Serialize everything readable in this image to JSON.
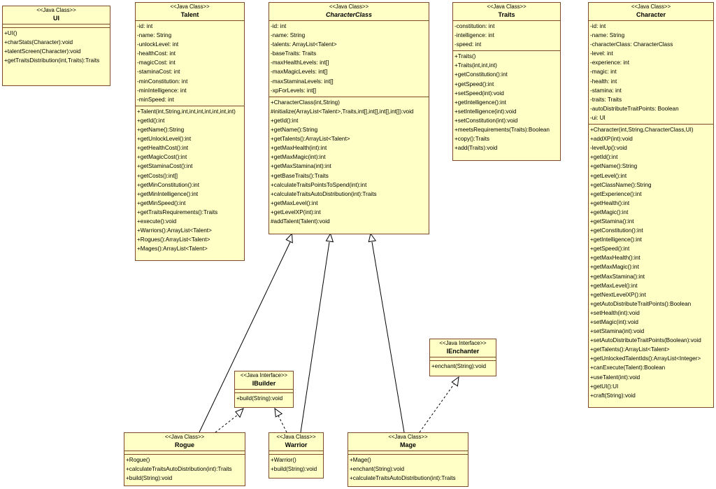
{
  "classes": {
    "ui": {
      "stereotype": "<<Java Class>>",
      "name": "UI",
      "fields": [],
      "methods": [
        "+UI()",
        "+charStats(Character):void",
        "+talentScreen(Character):void",
        "+getTraitsDistribution(int,Traits):Traits"
      ]
    },
    "talent": {
      "stereotype": "<<Java Class>>",
      "name": "Talent",
      "fields": [
        "-id: int",
        "-name: String",
        "-unlockLevel: int",
        "-healthCost: int",
        "-magicCost: int",
        "-staminaCost: int",
        "-minConstitution: int",
        "-minIntelligence: int",
        "-minSpeed: int"
      ],
      "methods": [
        "+Talent(int,String,int,int,int,int,int,int,int)",
        "+getId():int",
        "+getName():String",
        "+getUnlockLevel():int",
        "+getHealthCost():int",
        "+getMagicCost():int",
        "+getStaminaCost():int",
        "+getCosts():int[]",
        "+getMinConstitution():int",
        "+getMinIntelligence():int",
        "+getMinSpeed():int",
        "+getTraitsRequirements():Traits",
        "+execute():void",
        "+Warriors():ArrayList<Talent>",
        "+Rogues():ArrayList<Talent>",
        "+Mages():ArrayList<Talent>"
      ]
    },
    "characterclass": {
      "stereotype": "<<Java Class>>",
      "name": "CharacterClass",
      "fields": [
        "-id: int",
        "-name: String",
        "-talents: ArrayList<Talent>",
        "-baseTraits: Traits",
        "-maxHealthLevels: int[]",
        "-maxMagicLevels: int[]",
        "-maxStaminaLevels: int[]",
        "-xpForLevels: int[]"
      ],
      "methods": [
        "+CharacterClass(int,String)",
        "#initialize(ArrayList<Talent>,Traits,int[],int[],int[],int[]):void",
        "+getId():int",
        "+getName():String",
        "+getTalents():ArrayList<Talent>",
        "+getMaxHealth(int):int",
        "+getMaxMagic(int):int",
        "+getMaxStamina(int):int",
        "+getBaseTraits():Traits",
        "+calculateTraitsPointsToSpend(int):int",
        "+calculateTraitsAutoDistribution(int):Traits",
        "+getMaxLevel():int",
        "+getLevelXP(int):int",
        "#addTalent(Talent):void"
      ]
    },
    "traits": {
      "stereotype": "<<Java Class>>",
      "name": "Traits",
      "fields": [
        "-constitution: int",
        "-intelligence: int",
        "-speed: int"
      ],
      "methods": [
        "+Traits()",
        "+Traits(int,int,int)",
        "+getConstitution():int",
        "+getSpeed():int",
        "+setSpeed(int):void",
        "+getIntelligence():int",
        "+setIntelligence(int):void",
        "+setConstitution(int):void",
        "+meetsRequirements(Traits):Boolean",
        "+copy():Traits",
        "+add(Traits):void"
      ]
    },
    "character": {
      "stereotype": "<<Java Class>>",
      "name": "Character",
      "fields": [
        "-id: int",
        "-name: String",
        "-characterClass: CharacterClass",
        "-level: int",
        "-experience: int",
        "-magic: int",
        "-health: int",
        "-stamina: int",
        "-traits: Traits",
        "-autoDistributeTraitPoints: Boolean",
        "-ui: UI"
      ],
      "methods": [
        "+Character(int,String,CharacterClass,UI)",
        "+addXP(int):void",
        "-levelUp():void",
        "+getId():int",
        "+getName():String",
        "+getLevel():int",
        "+getClassName():String",
        "+getExperience():int",
        "+getHealth():int",
        "+getMagic():int",
        "+getStamina():int",
        "+getConstitution():int",
        "+getIntelligence():int",
        "+getSpeed():int",
        "+getMaxHealth():int",
        "+getMaxMagic():int",
        "+getMaxStamina():int",
        "+getMaxLevel():int",
        "+getNextLevelXP():int",
        "+getAutoDistributeTraitPoints():Boolean",
        "+setHealth(int):void",
        "+setMagic(int):void",
        "+setStamina(int):void",
        "+setAutoDistributeTraitPoints(Boolean):void",
        "+getTalents():ArrayList<Talent>",
        "+getUnlockedTalentIds():ArrayList<Integer>",
        "+canExecute(Talent):Boolean",
        "+useTalent(int):void",
        "+getUI():UI",
        "+craft(String):void"
      ]
    },
    "ienchanter": {
      "stereotype": "<<Java Interface>>",
      "name": "IEnchanter",
      "fields": [],
      "methods": [
        "+enchant(String):void"
      ]
    },
    "ibuilder": {
      "stereotype": "<<Java Interface>>",
      "name": "IBuilder",
      "fields": [],
      "methods": [
        "+build(String):void"
      ]
    },
    "rogue": {
      "stereotype": "<<Java Class>>",
      "name": "Rogue",
      "fields": [],
      "methods": [
        "+Rogue()",
        "+calculateTraitsAutoDistribution(int):Traits",
        "+build(String):void"
      ]
    },
    "warrior": {
      "stereotype": "<<Java Class>>",
      "name": "Warrior",
      "fields": [],
      "methods": [
        "+Warrior()",
        "+build(String):void"
      ]
    },
    "mage": {
      "stereotype": "<<Java Class>>",
      "name": "Mage",
      "fields": [],
      "methods": [
        "+Mage()",
        "+enchant(String):void",
        "+calculateTraitsAutoDistribution(int):Traits"
      ]
    }
  },
  "relations": [
    {
      "kind": "generalization",
      "from": "rogue",
      "to": "characterclass"
    },
    {
      "kind": "generalization",
      "from": "warrior",
      "to": "characterclass"
    },
    {
      "kind": "generalization",
      "from": "mage",
      "to": "characterclass"
    },
    {
      "kind": "realization",
      "from": "rogue",
      "to": "ibuilder"
    },
    {
      "kind": "realization",
      "from": "warrior",
      "to": "ibuilder"
    },
    {
      "kind": "realization",
      "from": "mage",
      "to": "ienchanter"
    }
  ]
}
